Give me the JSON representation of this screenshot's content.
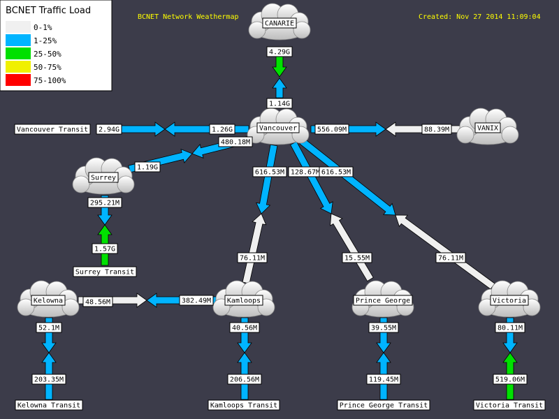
{
  "header": {
    "title": "BCNET Network Weathermap",
    "created": "Created: Nov 27 2014 11:09:04"
  },
  "legend": {
    "title": "BCNET Traffic Load",
    "items": [
      {
        "label": "0-1%",
        "color": "#f0f0f0"
      },
      {
        "label": "1-25%",
        "color": "#00b4ff"
      },
      {
        "label": "25-50%",
        "color": "#00e000"
      },
      {
        "label": "50-75%",
        "color": "#f0f000"
      },
      {
        "label": "75-100%",
        "color": "#ff0000"
      }
    ]
  },
  "nodes": {
    "canarie": {
      "label": "CANARIE"
    },
    "vancouver": {
      "label": "Vancouver"
    },
    "vanix": {
      "label": "VANIX"
    },
    "surrey": {
      "label": "Surrey"
    },
    "kelowna": {
      "label": "Kelowna"
    },
    "kamloops": {
      "label": "Kamloops"
    },
    "prince_george": {
      "label": "Prince George"
    },
    "victoria": {
      "label": "Victoria"
    },
    "vancouver_transit": {
      "label": "Vancouver Transit"
    },
    "surrey_transit": {
      "label": "Surrey Transit"
    },
    "kelowna_transit": {
      "label": "Kelowna Transit"
    },
    "kamloops_transit": {
      "label": "Kamloops Transit"
    },
    "prince_george_transit": {
      "label": "Prince George Transit"
    },
    "victoria_transit": {
      "label": "Victoria Transit"
    }
  },
  "links": {
    "canarie_van_down": "4.29G",
    "canarie_van_up": "1.14G",
    "vantransit_in": "2.94G",
    "van_vantransit": "1.26G",
    "van_vanix": "556.09M",
    "vanix_van": "88.39M",
    "van_surrey": "480.18M",
    "surrey_van": "1.19G",
    "van_kamloops": "616.53M",
    "kamloops_van": "76.11M",
    "van_pg": "128.67M",
    "pg_van": "15.55M",
    "van_victoria": "616.53M",
    "victoria_van": "76.11M",
    "surrey_transit_down": "295.21M",
    "surrey_transit_up": "1.57G",
    "kelowna_kamloops": "48.56M",
    "kamloops_kelowna": "382.49M",
    "kelowna_transit_down": "52.1M",
    "kelowna_transit_up": "203.35M",
    "kamloops_transit_down": "40.56M",
    "kamloops_transit_up": "206.56M",
    "pg_transit_down": "39.55M",
    "pg_transit_up": "119.45M",
    "victoria_transit_down": "80.11M",
    "victoria_transit_up": "519.06M"
  }
}
